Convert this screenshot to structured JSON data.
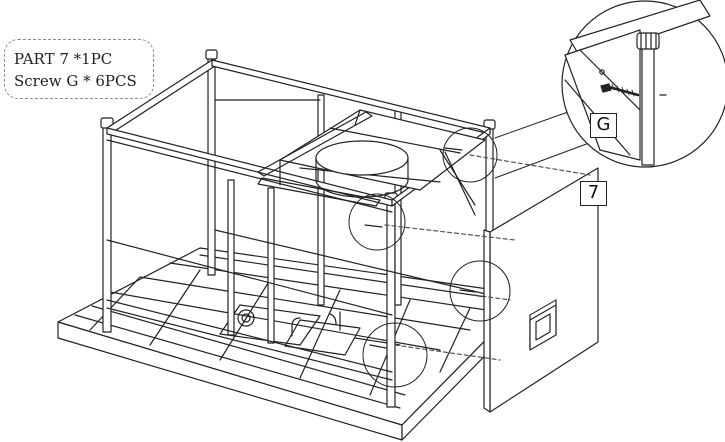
{
  "callout": {
    "part_line": "PART 7 *1PC",
    "screw_line": "Screw G * 6PCS"
  },
  "labels": {
    "screw_tag": "G",
    "panel_tag": "7"
  },
  "colors": {
    "line": "#222222",
    "leader": "#555555",
    "callout_border": "#8a8a8a",
    "background": "#ffffff"
  }
}
